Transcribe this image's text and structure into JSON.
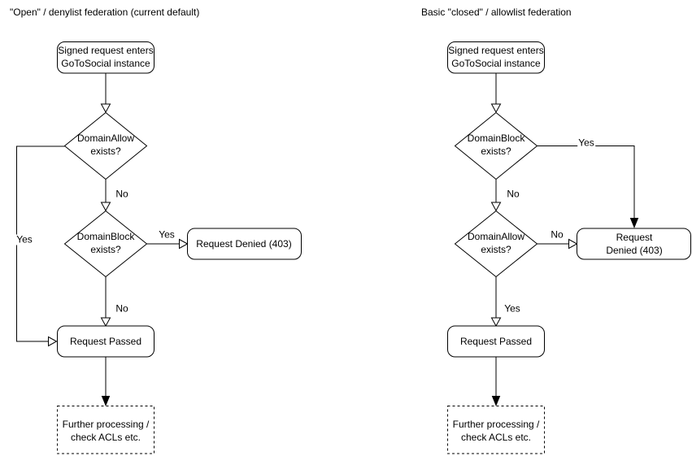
{
  "left_chart": {
    "title": "\"Open\" / denylist federation (current default)",
    "nodes": {
      "start": "Signed request enters\nGoToSocial instance",
      "decision1": "DomainAllow\nexists?",
      "decision2": "DomainBlock\nexists?",
      "denied": "Request Denied (403)",
      "passed": "Request Passed",
      "further": "Further processing /\ncheck ACLs etc."
    },
    "edges": {
      "decision1_yes": "Yes",
      "decision1_no": "No",
      "decision2_yes": "Yes",
      "decision2_no": "No"
    }
  },
  "right_chart": {
    "title": "Basic \"closed\" / allowlist federation",
    "nodes": {
      "start": "Signed request enters\nGoToSocial instance",
      "decision1": "DomainBlock\nexists?",
      "decision2": "DomainAllow\nexists?",
      "denied": "Request Denied (403)",
      "passed": "Request Passed",
      "further": "Further processing /\ncheck ACLs etc."
    },
    "edges": {
      "decision1_yes": "Yes",
      "decision1_no": "No",
      "decision2_no": "No",
      "decision2_yes": "Yes"
    }
  },
  "colors": {
    "stroke": "#000000",
    "node_fill": "#ffffff",
    "text": "#000000",
    "background": "#ffffff"
  }
}
